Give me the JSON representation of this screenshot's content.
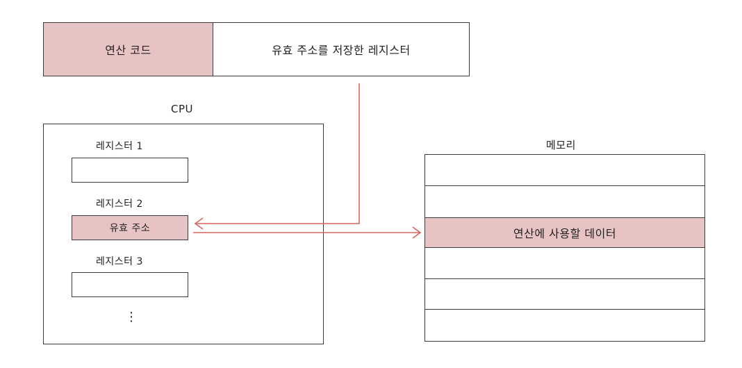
{
  "instruction": {
    "opcode_label": "연산 코드",
    "operand_label": "유효 주소를 저장한 레지스터"
  },
  "cpu": {
    "title": "CPU",
    "registers": [
      {
        "label": "레지스터 1",
        "content": ""
      },
      {
        "label": "레지스터 2",
        "content": "유효 주소"
      },
      {
        "label": "레지스터 3",
        "content": ""
      }
    ],
    "ellipsis": "⋮"
  },
  "memory": {
    "title": "메모리",
    "highlighted_cell": "연산에 사용할 데이터"
  },
  "colors": {
    "highlight_fill": "#e8c3c3",
    "arrow": "#d9655f",
    "border": "#3a3a3a"
  }
}
